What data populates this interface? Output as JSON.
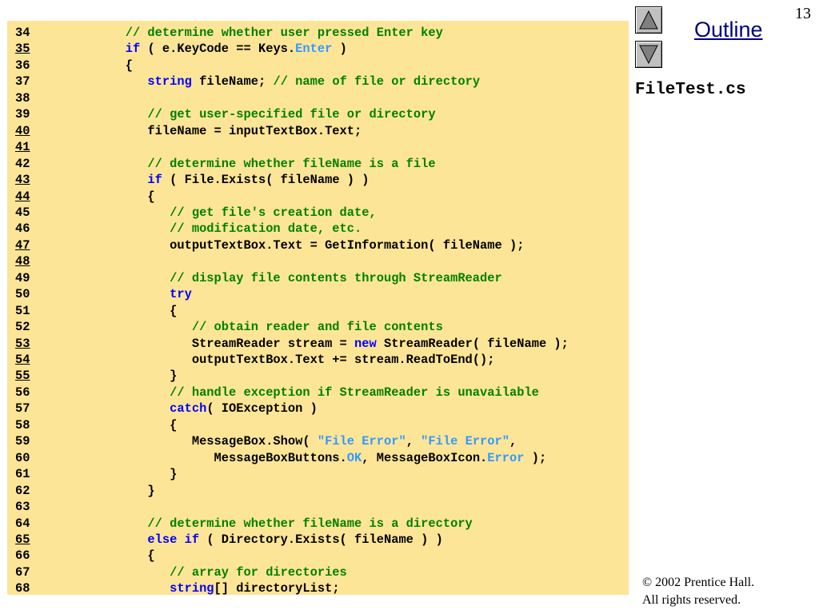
{
  "slide": {
    "page_number": "13",
    "outline_label": "Outline",
    "file_title": "FileTest.cs",
    "copyright_symbol": "©",
    "copyright_line1": " 2002 Prentice Hall.",
    "copyright_line2": "All rights reserved."
  },
  "icons": {
    "up": "up-triangle-icon",
    "down": "down-triangle-icon"
  },
  "colors": {
    "panel": "#fde597",
    "comment": "#008000",
    "keyword": "#0000ff",
    "light": "#3399ff",
    "normal": "#000000",
    "link": "#000080"
  },
  "code_lines": [
    {
      "n": "34",
      "u": false,
      "tokens": [
        [
          "c",
          "   // determine whether user pressed Enter key"
        ]
      ]
    },
    {
      "n": "35",
      "u": true,
      "tokens": [
        [
          "n",
          "   "
        ],
        [
          "k",
          "if"
        ],
        [
          "n",
          " ( e.KeyCode == Keys."
        ],
        [
          "l",
          "Enter"
        ],
        [
          "n",
          " )"
        ]
      ]
    },
    {
      "n": "36",
      "u": false,
      "tokens": [
        [
          "n",
          "   {"
        ]
      ]
    },
    {
      "n": "37",
      "u": false,
      "tokens": [
        [
          "n",
          "      "
        ],
        [
          "k",
          "string"
        ],
        [
          "n",
          " fileName; "
        ],
        [
          "c",
          "// name of file or directory"
        ]
      ]
    },
    {
      "n": "38",
      "u": false,
      "tokens": [
        [
          "n",
          ""
        ]
      ]
    },
    {
      "n": "39",
      "u": false,
      "tokens": [
        [
          "c",
          "      // get user-specified file or directory"
        ]
      ]
    },
    {
      "n": "40",
      "u": true,
      "tokens": [
        [
          "n",
          "      fileName = inputTextBox.Text;"
        ]
      ]
    },
    {
      "n": "41",
      "u": true,
      "tokens": [
        [
          "n",
          ""
        ]
      ]
    },
    {
      "n": "42",
      "u": false,
      "tokens": [
        [
          "c",
          "      // determine whether fileName is a file"
        ]
      ]
    },
    {
      "n": "43",
      "u": true,
      "tokens": [
        [
          "n",
          "      "
        ],
        [
          "k",
          "if"
        ],
        [
          "n",
          " ( File.Exists( fileName ) )"
        ]
      ]
    },
    {
      "n": "44",
      "u": true,
      "tokens": [
        [
          "n",
          "      {"
        ]
      ]
    },
    {
      "n": "45",
      "u": false,
      "tokens": [
        [
          "c",
          "         // get file's creation date,"
        ]
      ]
    },
    {
      "n": "46",
      "u": false,
      "tokens": [
        [
          "c",
          "         // modification date, etc."
        ]
      ]
    },
    {
      "n": "47",
      "u": true,
      "tokens": [
        [
          "n",
          "         outputTextBox.Text = GetInformation( fileName );"
        ]
      ]
    },
    {
      "n": "48",
      "u": true,
      "tokens": [
        [
          "n",
          ""
        ]
      ]
    },
    {
      "n": "49",
      "u": false,
      "tokens": [
        [
          "c",
          "         // display file contents through StreamReader"
        ]
      ]
    },
    {
      "n": "50",
      "u": false,
      "tokens": [
        [
          "n",
          "         "
        ],
        [
          "k",
          "try"
        ]
      ]
    },
    {
      "n": "51",
      "u": false,
      "tokens": [
        [
          "n",
          "         {"
        ]
      ]
    },
    {
      "n": "52",
      "u": false,
      "tokens": [
        [
          "c",
          "            // obtain reader and file contents"
        ]
      ]
    },
    {
      "n": "53",
      "u": true,
      "tokens": [
        [
          "n",
          "            StreamReader stream = "
        ],
        [
          "k",
          "new"
        ],
        [
          "n",
          " StreamReader( fileName );"
        ]
      ]
    },
    {
      "n": "54",
      "u": true,
      "tokens": [
        [
          "n",
          "            outputTextBox.Text += stream.ReadToEnd();"
        ]
      ]
    },
    {
      "n": "55",
      "u": true,
      "tokens": [
        [
          "n",
          "         }"
        ]
      ]
    },
    {
      "n": "56",
      "u": false,
      "tokens": [
        [
          "c",
          "         // handle exception if StreamReader is unavailable"
        ]
      ]
    },
    {
      "n": "57",
      "u": false,
      "tokens": [
        [
          "n",
          "         "
        ],
        [
          "k",
          "catch"
        ],
        [
          "n",
          "( IOException )"
        ]
      ]
    },
    {
      "n": "58",
      "u": false,
      "tokens": [
        [
          "n",
          "         {"
        ]
      ]
    },
    {
      "n": "59",
      "u": false,
      "tokens": [
        [
          "n",
          "            MessageBox.Show( "
        ],
        [
          "l",
          "\"File Error\""
        ],
        [
          "n",
          ", "
        ],
        [
          "l",
          "\"File Error\""
        ],
        [
          "n",
          ","
        ]
      ]
    },
    {
      "n": "60",
      "u": false,
      "tokens": [
        [
          "n",
          "               MessageBoxButtons."
        ],
        [
          "l",
          "OK"
        ],
        [
          "n",
          ", MessageBoxIcon."
        ],
        [
          "l",
          "Error"
        ],
        [
          "n",
          " );"
        ]
      ]
    },
    {
      "n": "61",
      "u": false,
      "tokens": [
        [
          "n",
          "         }"
        ]
      ]
    },
    {
      "n": "62",
      "u": false,
      "tokens": [
        [
          "n",
          "      }"
        ]
      ]
    },
    {
      "n": "63",
      "u": false,
      "tokens": [
        [
          "n",
          ""
        ]
      ]
    },
    {
      "n": "64",
      "u": false,
      "tokens": [
        [
          "c",
          "      // determine whether fileName is a directory"
        ]
      ]
    },
    {
      "n": "65",
      "u": true,
      "tokens": [
        [
          "n",
          "      "
        ],
        [
          "k",
          "else if"
        ],
        [
          "n",
          " ( Directory.Exists( fileName ) )"
        ]
      ]
    },
    {
      "n": "66",
      "u": false,
      "tokens": [
        [
          "n",
          "      {"
        ]
      ]
    },
    {
      "n": "67",
      "u": false,
      "tokens": [
        [
          "c",
          "         // array for directories"
        ]
      ]
    },
    {
      "n": "68",
      "u": false,
      "tokens": [
        [
          "n",
          "         "
        ],
        [
          "k",
          "string"
        ],
        [
          "n",
          "[] directoryList;"
        ]
      ]
    }
  ]
}
